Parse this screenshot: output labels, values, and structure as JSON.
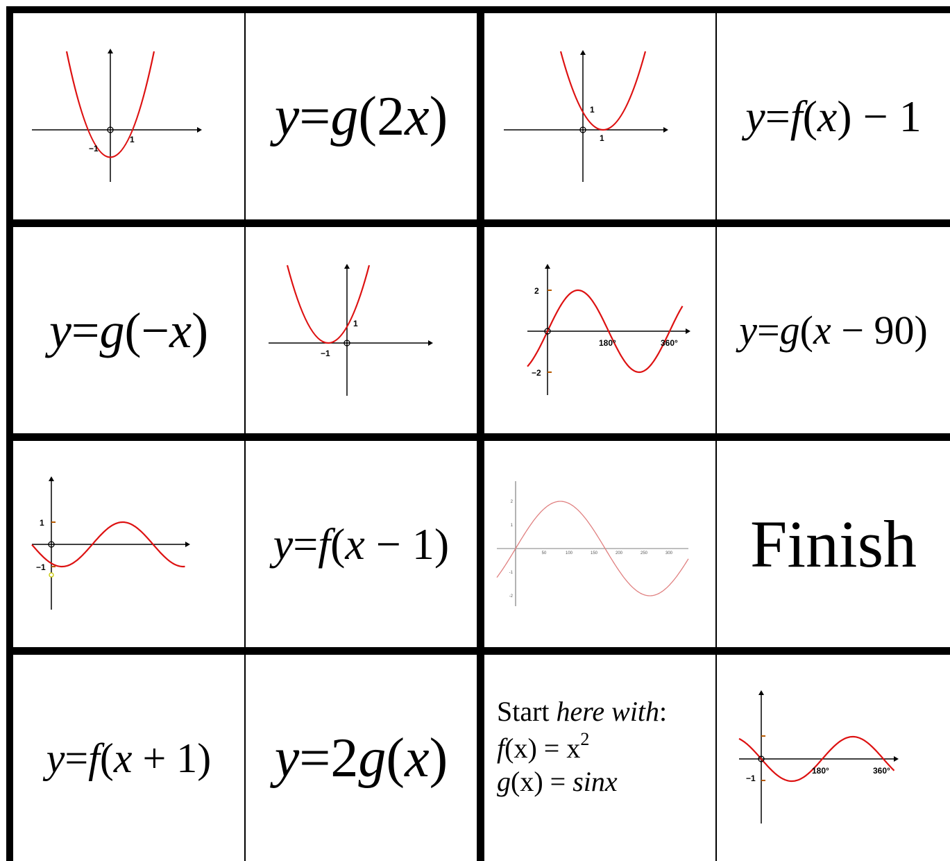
{
  "cards": {
    "r1c2": {
      "eq": [
        "y",
        "=",
        "g",
        "(2",
        "x",
        ")"
      ]
    },
    "r1c4": {
      "eq": [
        "y",
        "=",
        "f",
        "(",
        "x",
        ") − 1"
      ]
    },
    "r2c1": {
      "eq": [
        "y",
        "=",
        "g",
        "(−",
        "x",
        ")"
      ]
    },
    "r2c4": {
      "eq": [
        "y",
        "=",
        "g",
        "(",
        "x",
        " − 90)"
      ]
    },
    "r3c2": {
      "eq": [
        "y",
        "=",
        "f",
        "(",
        "x",
        " − 1)"
      ]
    },
    "r3c4": {
      "text": "Finish"
    },
    "r4c1": {
      "eq": [
        "y",
        "=",
        "f",
        "(",
        "x",
        " + 1)"
      ]
    },
    "r4c2": {
      "eq": [
        "y",
        "=",
        "2",
        "g",
        "(",
        "x",
        ")"
      ]
    },
    "r4c3": {
      "line1_plain": "Start ",
      "line1_italic": "here with",
      "line1_colon": ":",
      "line2_f": "f",
      "line2_mid": "(x) = x",
      "line2_sup": "2",
      "line3_g": "g",
      "line3_mid": "(x) = ",
      "line3_sin": "sinx"
    }
  },
  "graphs": {
    "r1c1": {
      "ticks": [
        "−1",
        "1"
      ]
    },
    "r1c3": {
      "ticks": [
        "1",
        "1"
      ]
    },
    "r2c2": {
      "ticks": [
        "1",
        "−1"
      ]
    },
    "r2c3": {
      "ticks": [
        "2",
        "180°",
        "360°",
        "−2"
      ]
    },
    "r3c1": {
      "ticks": [
        "1",
        "−1"
      ]
    },
    "r3c3": {
      "ticks": [
        "2",
        "1",
        "-1",
        "-2",
        "50",
        "100",
        "150",
        "200",
        "250",
        "300"
      ]
    },
    "r4c4": {
      "ticks": [
        "−1",
        "180°",
        "360°"
      ]
    }
  },
  "colors": {
    "curve": "#dd1111",
    "axis": "#000000",
    "faint_curve": "#e08080",
    "grid_line": "#000000"
  }
}
